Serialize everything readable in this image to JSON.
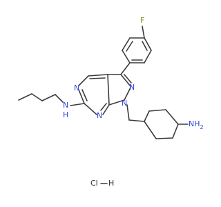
{
  "molecule": {
    "atoms": {
      "fluorine": "F",
      "pyrazole_n2": "N",
      "pyrazole_n1": "N",
      "pyrimidine_n_top": "N",
      "pyrimidine_n_bottom": "N",
      "amine_nh": "N",
      "amine_nh_h": "H",
      "amine_nh2": "NH",
      "amine_nh2_sub": "2"
    },
    "salt": {
      "left": "Cl",
      "bond": "—",
      "right": "H"
    }
  }
}
